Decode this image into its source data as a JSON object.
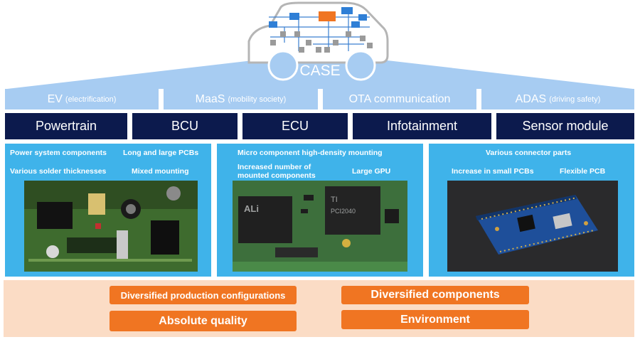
{
  "header": {
    "case_label": "CASE"
  },
  "case_row": [
    {
      "main": "EV",
      "sub": "(electrification)"
    },
    {
      "main": "MaaS",
      "sub": "(mobility society)"
    },
    {
      "main": "OTA communication",
      "sub": ""
    },
    {
      "main": "ADAS",
      "sub": "(driving safety)"
    }
  ],
  "modules": [
    "Powertrain",
    "BCU",
    "ECU",
    "Infotainment",
    "Sensor module"
  ],
  "panels": {
    "left": {
      "items": [
        "Power system components",
        "Long and large PCBs",
        "Various solder thicknesses",
        "Mixed mounting"
      ]
    },
    "middle": {
      "items": [
        "Micro component high-density mounting",
        "Increased number of",
        "mounted components",
        "Large GPU"
      ],
      "chip_text": [
        "ALi",
        "TI",
        "PCI2040"
      ]
    },
    "right": {
      "items": [
        "Various connector parts",
        "Increase in small PCBs",
        "Flexible PCB"
      ]
    }
  },
  "bottom": {
    "buttons": [
      "Diversified production configurations",
      "Diversified components",
      "Absolute quality",
      "Environment"
    ]
  },
  "colors": {
    "case_row": "#a7ccf2",
    "module_row": "#0c1a4d",
    "panel": "#3fb3ea",
    "bottom_band": "#fbdcc5",
    "button": "#f07522",
    "ecu_box": "#f07522",
    "node_box": "#2f7fd6"
  },
  "icons": [
    "car-outline-icon",
    "ecu-network-icon"
  ]
}
